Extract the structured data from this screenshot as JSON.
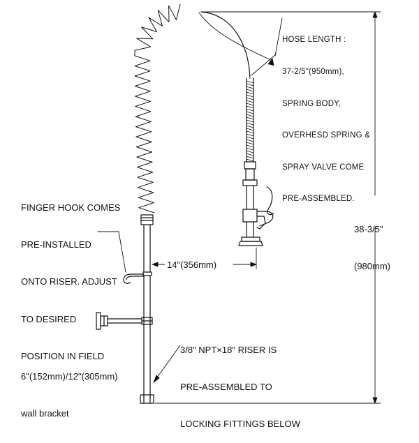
{
  "notes": {
    "hose_length": [
      "HOSE LENGTH :",
      "37-2/5\"(950mm),",
      "SPRING BODY,",
      "OVERHESD SPRING &",
      "SPRAY VALVE COME",
      "PRE-ASSEMBLED."
    ],
    "finger_hook": [
      "FINGER HOOK COMES",
      "PRE-INSTALLED",
      "ONTO RISER. ADJUST",
      "TO DESIRED",
      "POSITION IN FIELD"
    ],
    "riser": [
      "3/8\" NPT×18\" RISER IS",
      "PRE-ASSEMBLED TO",
      "LOCKING FITTINGS BELOW"
    ],
    "wall_bracket": [
      "6\"(152mm)/12\"(305mm)",
      "wall bracket"
    ]
  },
  "dimensions": {
    "reach": "14\"(356mm)",
    "height": [
      "38-3/5\"",
      "(980mm)"
    ]
  },
  "colors": {
    "ink": "#111111",
    "background": "#ffffff"
  }
}
